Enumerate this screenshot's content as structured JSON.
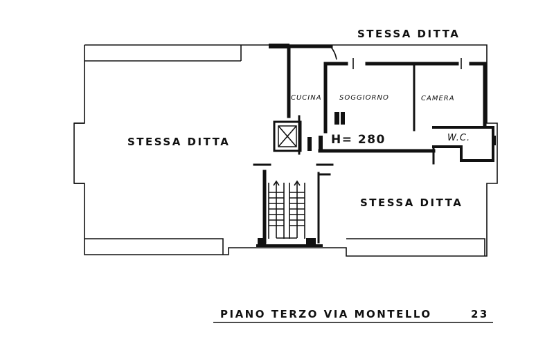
{
  "labels": {
    "stessa_ditta_top": "STESSA DITTA",
    "stessa_ditta_left": "STESSA DITTA",
    "stessa_ditta_right": "STESSA DITTA",
    "cucina": "CUCINA",
    "soggiorno": "SOGGIORNO",
    "camera": "CAMERA",
    "wc": "W.C.",
    "height": "H= 280"
  },
  "footer": {
    "title": "PIANO TERZO VIA MONTELLO",
    "number": "23"
  }
}
